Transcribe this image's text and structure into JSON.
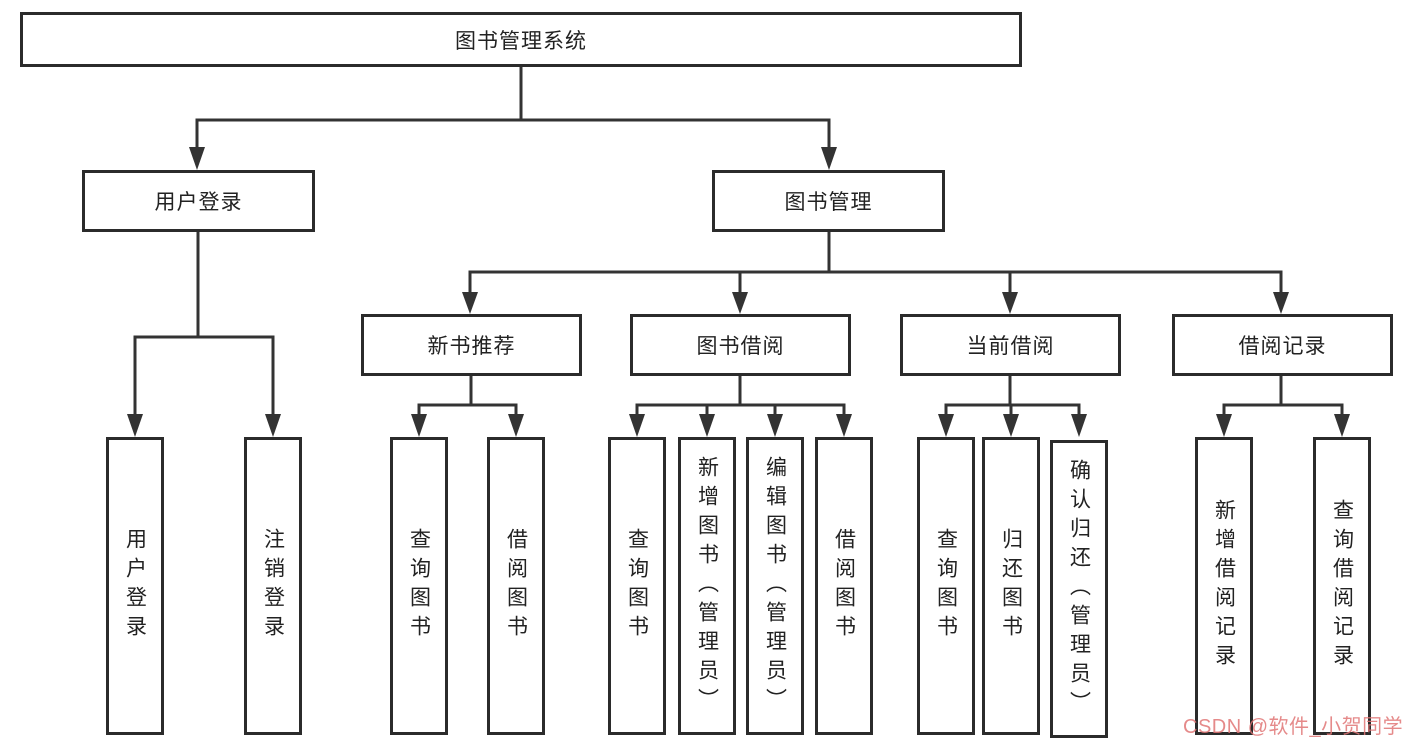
{
  "tree": {
    "root": {
      "label": "图书管理系统"
    },
    "branches": [
      {
        "label": "用户登录",
        "children": [
          {
            "label": "用户登录"
          },
          {
            "label": "注销登录"
          }
        ]
      },
      {
        "label": "图书管理",
        "children": [
          {
            "label": "新书推荐",
            "children": [
              {
                "label": "查询图书"
              },
              {
                "label": "借阅图书"
              }
            ]
          },
          {
            "label": "图书借阅",
            "children": [
              {
                "label": "查询图书"
              },
              {
                "label": "新增图书（管理员）"
              },
              {
                "label": "编辑图书（管理员）"
              },
              {
                "label": "借阅图书"
              }
            ]
          },
          {
            "label": "当前借阅",
            "children": [
              {
                "label": "查询图书"
              },
              {
                "label": "归还图书"
              },
              {
                "label": "确认归还（管理员）"
              }
            ]
          },
          {
            "label": "借阅记录",
            "children": [
              {
                "label": "新增借阅记录"
              },
              {
                "label": "查询借阅记录"
              }
            ]
          }
        ]
      }
    ]
  },
  "watermark": {
    "text": "CSDN @软件_小贺同学"
  },
  "colors": {
    "line": "#333333",
    "border": "#2b2b2b",
    "text": "#222222",
    "watermark": "#e07676",
    "background": "#ffffff"
  }
}
